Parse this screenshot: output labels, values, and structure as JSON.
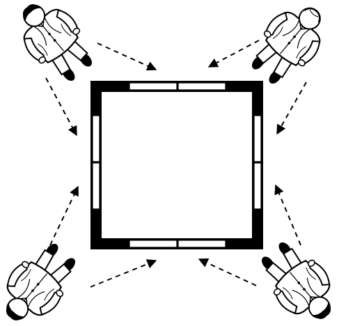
{
  "diagram": {
    "figures": [
      {
        "id": "top-left",
        "hair": "dark"
      },
      {
        "id": "top-right",
        "hair": "light"
      },
      {
        "id": "bottom-left",
        "hair": "dark"
      },
      {
        "id": "bottom-right",
        "hair": "dark"
      }
    ],
    "arrow_style": "dashed",
    "square": {
      "border_color": "#000000",
      "panel_color": "#ffffff"
    },
    "colors": {
      "ink": "#000000",
      "paper": "#ffffff"
    }
  }
}
